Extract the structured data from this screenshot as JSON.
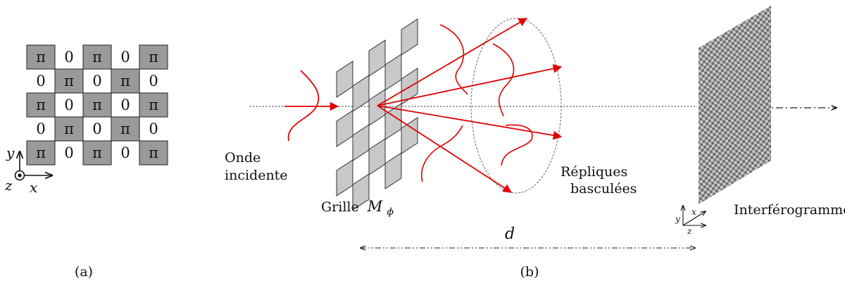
{
  "panel_a": {
    "caption": "(a)",
    "grid": [
      [
        "π",
        "0",
        "π",
        "0",
        "π"
      ],
      [
        "0",
        "π",
        "0",
        "π",
        "0"
      ],
      [
        "π",
        "0",
        "π",
        "0",
        "π"
      ],
      [
        "0",
        "π",
        "0",
        "π",
        "0"
      ],
      [
        "π",
        "0",
        "π",
        "0",
        "π"
      ]
    ],
    "axes": {
      "y": "y",
      "x": "x",
      "z": "z"
    },
    "colors": {
      "shaded": "#9a9a9a",
      "border": "#222222"
    }
  },
  "panel_b": {
    "caption": "(b)",
    "label_incident_line1": "Onde",
    "label_incident_line2": "incidente",
    "label_grid_text": "Grille",
    "label_grid_symbol": "M",
    "label_grid_subscript": "ϕ",
    "label_replicas_line1": "Répliques",
    "label_replicas_line2": "basculées",
    "label_interferogram": "Interférogramme",
    "label_distance": "d",
    "mini_axes": {
      "y": "y",
      "x": "x",
      "z": "z"
    },
    "colors": {
      "ray": "#e00000",
      "grid_fill": "#c8c8c8",
      "ellipse": "#777777"
    }
  }
}
